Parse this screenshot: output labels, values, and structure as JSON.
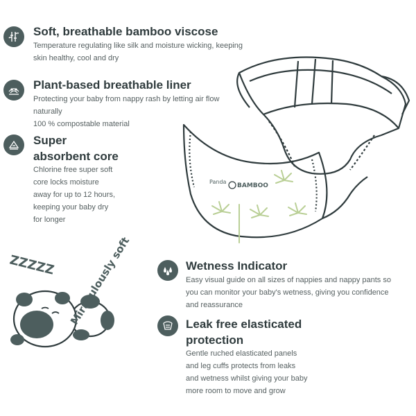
{
  "features": [
    {
      "title": "Soft, breathable bamboo viscose",
      "lines": [
        "Temperature regulating like silk and moisture wicking, keeping",
        "skin healthy, cool and dry"
      ],
      "icon": "bamboo-icon"
    },
    {
      "title": "Plant-based breathable liner",
      "lines": [
        "Protecting your baby from nappy rash by letting air flow",
        "naturally",
        "100 % compostable material"
      ],
      "icon": "liner-icon"
    },
    {
      "title_lines": [
        "Super",
        "absorbent core"
      ],
      "lines": [
        "Chlorine free super soft",
        "core locks moisture",
        "away for up to 12 hours,",
        "keeping your baby dry",
        "for longer"
      ],
      "icon": "absorbent-core-icon"
    },
    {
      "title": "Wetness Indicator",
      "lines": [
        "Easy visual guide on all sizes of nappies and nappy pants so",
        "you can monitor your baby's wetness, giving you confidence",
        "and reassurance"
      ],
      "icon": "droplets-icon"
    },
    {
      "title_lines": [
        "Leak free elasticated",
        "protection"
      ],
      "lines": [
        "Gentle ruched elasticated panels",
        "and leg cuffs protects from leaks",
        "and wetness whilst giving your baby",
        "more room to move and grow"
      ],
      "icon": "leak-shield-icon"
    }
  ],
  "nappy_brand": "BAMBOO",
  "nappy_brand_prefix": "Panda",
  "sleep_text": "ZZZZZ",
  "tagline": "Miraculously soft",
  "colors": {
    "icon_bg": "#4d5e5e",
    "title": "#2f3b3d",
    "body": "#555f60",
    "leaf": "#b9cf95"
  }
}
